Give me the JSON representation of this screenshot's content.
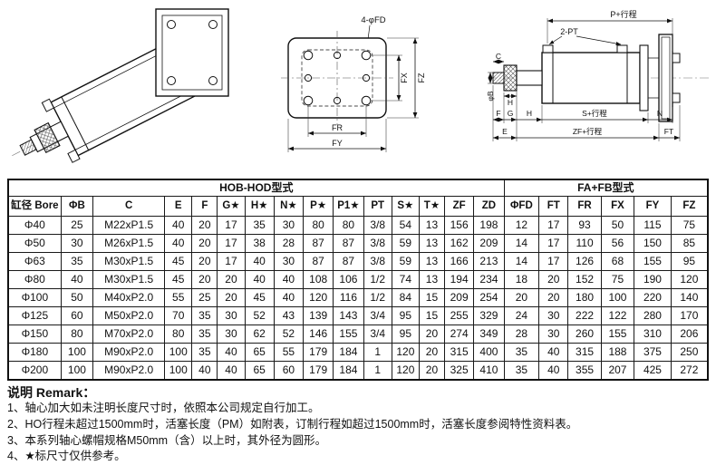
{
  "drawings": {
    "flange_view": {
      "hole_label": "4-φFD",
      "dims": {
        "fr": "FR",
        "fy": "FY",
        "fx": "FX",
        "fz": "FZ"
      }
    },
    "side_view": {
      "dims": {
        "p_stroke": "P+行程",
        "ports": "2-PT",
        "rod_dia": "φB",
        "c": "C",
        "h_left": "H",
        "f": "F",
        "g": "G",
        "h": "H",
        "s_stroke": "S+行程",
        "n": "N",
        "e": "E",
        "zf_stroke": "ZF+行程",
        "ft": "FT"
      }
    }
  },
  "table": {
    "group_headers": [
      {
        "label": "HOB-HOD型式",
        "colspan": 15
      },
      {
        "label": "FA+FB型式",
        "colspan": 6
      }
    ],
    "columns": [
      "缸径 Bore",
      "ΦB",
      "C",
      "E",
      "F",
      "G★",
      "H★",
      "N★",
      "P★",
      "P1★",
      "PT",
      "S★",
      "T★",
      "ZF",
      "ZD",
      "ΦFD",
      "FT",
      "FR",
      "FX",
      "FY",
      "FZ"
    ],
    "rows": [
      [
        "Φ40",
        "25",
        "M22xP1.5",
        "40",
        "20",
        "17",
        "35",
        "30",
        "80",
        "80",
        "3/8",
        "54",
        "13",
        "156",
        "198",
        "12",
        "17",
        "93",
        "50",
        "115",
        "75"
      ],
      [
        "Φ50",
        "30",
        "M26xP1.5",
        "40",
        "20",
        "17",
        "38",
        "28",
        "87",
        "87",
        "3/8",
        "59",
        "13",
        "162",
        "209",
        "14",
        "17",
        "110",
        "56",
        "150",
        "85"
      ],
      [
        "Φ63",
        "35",
        "M30xP1.5",
        "45",
        "20",
        "17",
        "40",
        "30",
        "87",
        "87",
        "3/8",
        "59",
        "13",
        "166",
        "213",
        "14",
        "17",
        "126",
        "68",
        "155",
        "95"
      ],
      [
        "Φ80",
        "40",
        "M30xP1.5",
        "45",
        "20",
        "20",
        "40",
        "40",
        "108",
        "106",
        "1/2",
        "74",
        "13",
        "194",
        "234",
        "18",
        "20",
        "152",
        "75",
        "190",
        "120"
      ],
      [
        "Φ100",
        "50",
        "M40xP2.0",
        "55",
        "25",
        "20",
        "45",
        "40",
        "120",
        "116",
        "1/2",
        "84",
        "15",
        "209",
        "254",
        "20",
        "20",
        "180",
        "100",
        "220",
        "140"
      ],
      [
        "Φ125",
        "60",
        "M50xP2.0",
        "70",
        "35",
        "30",
        "52",
        "43",
        "139",
        "143",
        "3/4",
        "95",
        "15",
        "255",
        "329",
        "24",
        "30",
        "222",
        "122",
        "280",
        "170"
      ],
      [
        "Φ150",
        "80",
        "M70xP2.0",
        "80",
        "35",
        "30",
        "62",
        "52",
        "146",
        "155",
        "3/4",
        "95",
        "20",
        "274",
        "349",
        "28",
        "30",
        "260",
        "155",
        "310",
        "206"
      ],
      [
        "Φ180",
        "100",
        "M90xP2.0",
        "100",
        "35",
        "40",
        "65",
        "55",
        "179",
        "184",
        "1",
        "120",
        "20",
        "315",
        "400",
        "35",
        "40",
        "315",
        "188",
        "375",
        "250"
      ],
      [
        "Φ200",
        "100",
        "M90xP2.0",
        "100",
        "40",
        "40",
        "65",
        "60",
        "179",
        "184",
        "1",
        "120",
        "20",
        "325",
        "410",
        "35",
        "40",
        "355",
        "207",
        "425",
        "272"
      ]
    ]
  },
  "remarks": {
    "title": "说明 Remark：",
    "items": [
      "1、轴心加大如未注明长度尺寸时，依照本公司规定自行加工。",
      "2、HO行程未超过1500mm时，活塞长度（PM）如附表，订制行程如超过1500mm时，活塞长度参阅特性资料表。",
      "3、本系列轴心螺帽规格M50mm（含）以上时，其外径为圆形。",
      "4、★标尺寸仅供参考。"
    ]
  }
}
